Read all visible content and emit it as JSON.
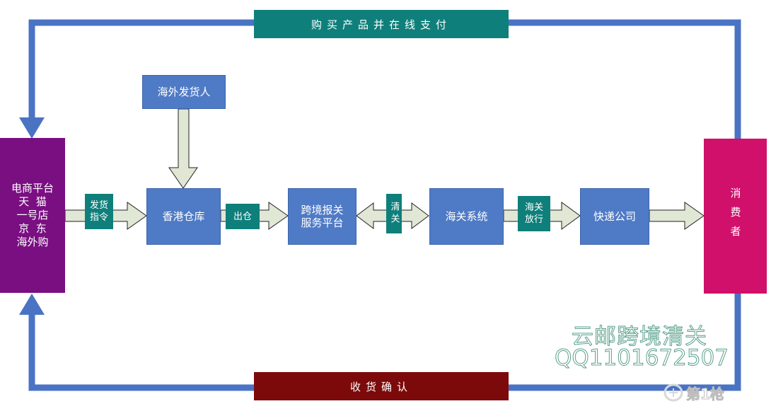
{
  "top_banner": "购买产品并在线支付",
  "bottom_banner": "收货确认",
  "nodes": {
    "platform_lines": [
      "电商平台",
      "天  猫",
      "一号店",
      "京  东",
      "海外购"
    ],
    "shipper": "海外发货人",
    "hk_warehouse": "香港仓库",
    "declaration_platform": [
      "跨境报关",
      "服务平台"
    ],
    "customs_system": "海关系统",
    "courier": "快递公司",
    "consumer": "消费者"
  },
  "edge_labels": {
    "ship_order": [
      "发货",
      "指令"
    ],
    "out_warehouse": "出仓",
    "clearance": "清关",
    "customs_release": [
      "海关",
      "放行"
    ]
  },
  "watermark": {
    "line1": "云邮跨境清关",
    "line2": "QQ1101672507",
    "logo_text": "第1枪"
  },
  "colors": {
    "loop_blue": "#4a73c4",
    "platform_purple": "#7a0f82",
    "consumer_magenta": "#d0106a",
    "node_blue": "#4f7ac5",
    "teal": "#0f7f7b",
    "dark_red": "#7c0a0a",
    "flow_arrow_fill": "#e0e7d4"
  }
}
